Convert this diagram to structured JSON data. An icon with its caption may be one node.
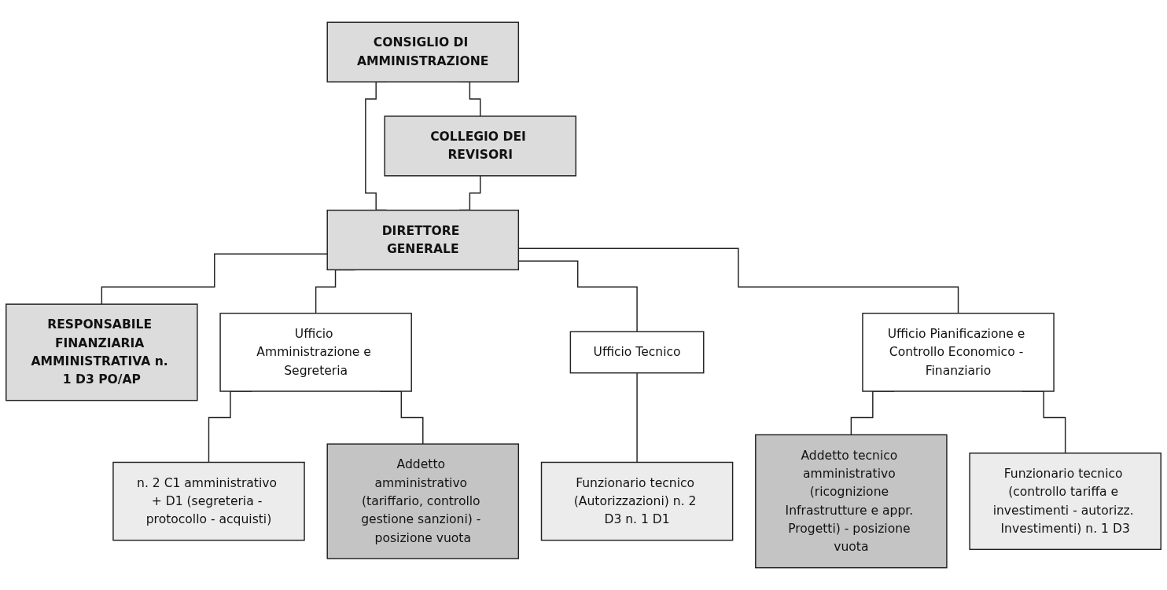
{
  "diagram": {
    "nodes": [
      {
        "text": [
          "CONSIGLIO DI AMMINISTRAZIONE"
        ]
      },
      {
        "text": [
          "COLLEGIO DEI REVISORI"
        ]
      },
      {
        "text": [
          "DIRETTORE GENERALE"
        ]
      },
      {
        "text": [
          "RESPONSABILE FINANZIARIA AMMINISTRATIVA n. 1 D3 PO/AP"
        ]
      },
      {
        "text": [
          "Ufficio Amministrazione e Segreteria"
        ]
      },
      {
        "text": [
          "Ufficio Tecnico"
        ]
      },
      {
        "text": [
          "Ufficio Pianificazione e Controllo Economico - Finanziario"
        ]
      },
      {
        "text": [
          "n. 2 C1 amministrativo + D1 (segreteria - protocollo - acquisti)"
        ]
      },
      {
        "text": [
          "Addetto amministrativo (tariffario, controllo gestione sanzioni) - posizione vuota"
        ]
      },
      {
        "text": [
          "Funzionario tecnico (Autorizzazioni) n. 2 D3 n. 1 D1"
        ]
      },
      {
        "text": [
          "Addetto tecnico amministrativo (ricognizione Infrastrutture e appr. Progetti) - posizione vuota"
        ]
      },
      {
        "text": [
          "Funzionario tecnico (controllo tariffa e investimenti - autorizz. Investimenti) n. 1 D3"
        ]
      }
    ],
    "edges": [
      {
        "from": 0,
        "to": 1,
        "arrow": "none"
      },
      {
        "from": 0,
        "to": 2,
        "arrow": "none"
      },
      {
        "from": 1,
        "to": 2,
        "arrow": "none"
      },
      {
        "from": 2,
        "to": 3,
        "arrow": "none"
      },
      {
        "from": 2,
        "to": 4,
        "arrow": "none"
      },
      {
        "from": 2,
        "to": 5,
        "arrow": "none"
      },
      {
        "from": 2,
        "to": 6,
        "arrow": "none"
      },
      {
        "from": 4,
        "to": 7,
        "arrow": "none"
      },
      {
        "from": 4,
        "to": 8,
        "arrow": "none"
      },
      {
        "from": 5,
        "to": 9,
        "arrow": "none"
      },
      {
        "from": 6,
        "to": 10,
        "arrow": "none"
      },
      {
        "from": 6,
        "to": 11,
        "arrow": "none"
      }
    ]
  }
}
